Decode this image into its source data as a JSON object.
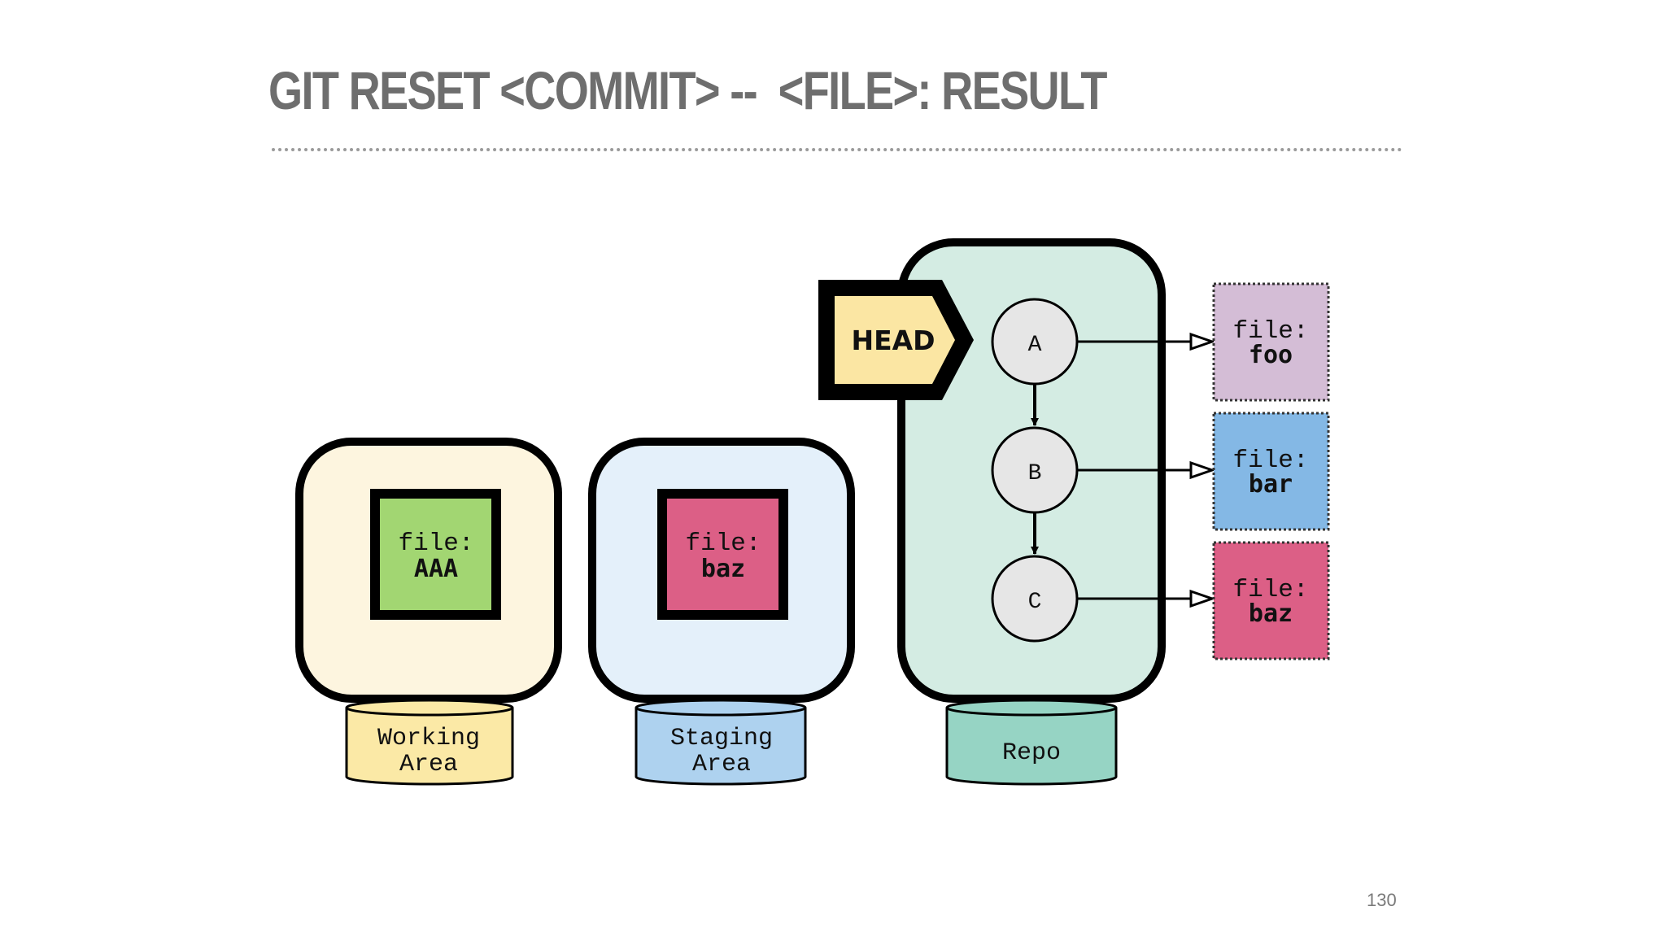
{
  "slide": {
    "title": "GIT RESET <COMMIT> --  <FILE>: RESULT",
    "page_number": "130"
  },
  "areas": {
    "working": {
      "label_line1": "Working",
      "label_line2": "Area",
      "file_label": "file:",
      "file_value": "AAA",
      "box_color": "#fdf5df",
      "file_color": "#a2d672",
      "base_color": "#fbe9a6"
    },
    "staging": {
      "label_line1": "Staging",
      "label_line2": "Area",
      "file_label": "file:",
      "file_value": "baz",
      "box_color": "#e4f0fa",
      "file_color": "#dc5f86",
      "base_color": "#aed2ef"
    },
    "repo": {
      "label": "Repo",
      "box_color": "#d4ece3",
      "base_color": "#96d4c4"
    }
  },
  "head": {
    "label": "HEAD",
    "color": "#fbe6a3"
  },
  "commits": [
    {
      "id": "A"
    },
    {
      "id": "B"
    },
    {
      "id": "C"
    }
  ],
  "snapshots": [
    {
      "file_label": "file:",
      "file_value": "foo",
      "color": "#d4bdd6"
    },
    {
      "file_label": "file:",
      "file_value": "bar",
      "color": "#84b8e5"
    },
    {
      "file_label": "file:",
      "file_value": "baz",
      "color": "#dc5f86"
    }
  ]
}
